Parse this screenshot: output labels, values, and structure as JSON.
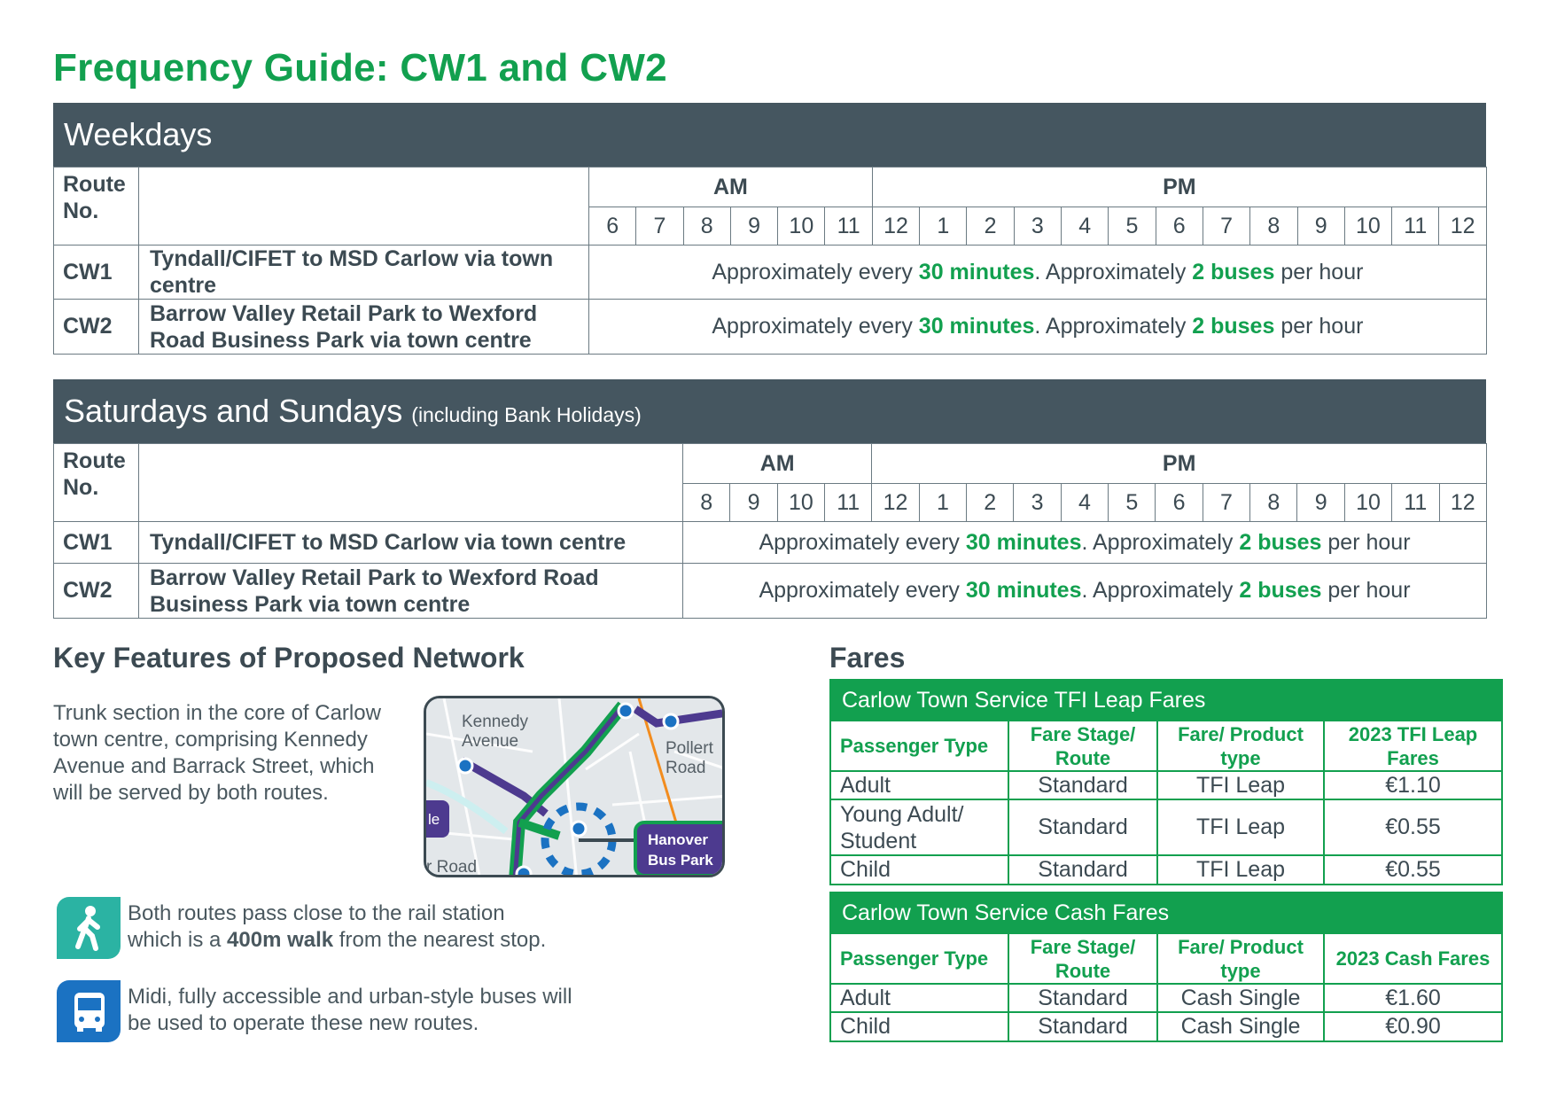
{
  "title": "Frequency Guide: CW1 and CW2",
  "weekdays": {
    "heading": "Weekdays",
    "route_no_label": "Route No.",
    "am_label": "AM",
    "pm_label": "PM",
    "am_hours": [
      "6",
      "7",
      "8",
      "9",
      "10",
      "11"
    ],
    "pm_hours": [
      "12",
      "1",
      "2",
      "3",
      "4",
      "5",
      "6",
      "7",
      "8",
      "9",
      "10",
      "11",
      "12"
    ],
    "rows": [
      {
        "route": "CW1",
        "desc": "Tyndall/CIFET to MSD Carlow via town centre",
        "note_a": "Approximately every ",
        "note_b": "30 minutes",
        "note_c": ". Approximately ",
        "note_d": "2 buses",
        "note_e": " per hour"
      },
      {
        "route": "CW2",
        "desc": "Barrow Valley Retail Park to Wexford Road Business Park via town centre",
        "note_a": "Approximately every ",
        "note_b": "30 minutes",
        "note_c": ". Approximately ",
        "note_d": "2 buses",
        "note_e": " per hour"
      }
    ]
  },
  "weekends": {
    "heading": "Saturdays and Sundays",
    "heading_note": "(including Bank Holidays)",
    "route_no_label": "Route No.",
    "am_label": "AM",
    "pm_label": "PM",
    "am_hours": [
      "8",
      "9",
      "10",
      "11"
    ],
    "pm_hours": [
      "12",
      "1",
      "2",
      "3",
      "4",
      "5",
      "6",
      "7",
      "8",
      "9",
      "10",
      "11",
      "12"
    ],
    "rows": [
      {
        "route": "CW1",
        "desc": "Tyndall/CIFET to MSD Carlow via town centre",
        "note_a": "Approximately every ",
        "note_b": "30 minutes",
        "note_c": ". Approximately ",
        "note_d": "2 buses",
        "note_e": " per hour"
      },
      {
        "route": "CW2",
        "desc": "Barrow Valley Retail Park to Wexford Road Business Park via town centre",
        "note_a": "Approximately every ",
        "note_b": "30 minutes",
        "note_c": ". Approximately ",
        "note_d": "2 buses",
        "note_e": " per hour"
      }
    ]
  },
  "key_features": {
    "heading": "Key Features of Proposed Network",
    "trunk_text": "Trunk section in the core of Carlow town centre, comprising Kennedy Avenue and Barrack Street, which will be served by both routes.",
    "map_labels": {
      "kennedy_1": "Kennedy",
      "kennedy_2": "Avenue",
      "pollerton_1": "Pollert",
      "pollerton_2": "Road",
      "road": "r Road",
      "le": "le",
      "hanover_1": "Hanover",
      "hanover_2": "Bus Park"
    },
    "rail": {
      "a": "Both routes pass close to the rail station",
      "b": "which is a ",
      "c": "400m walk",
      "d": " from the nearest stop."
    },
    "bus": {
      "a": "Midi, fully accessible and urban-style buses will",
      "b": "be used to operate these new routes."
    },
    "icons": {
      "walk": "walking-person-icon",
      "bus": "bus-icon"
    },
    "colors": {
      "walk": "#2bb3a3",
      "bus": "#1b72c2"
    }
  },
  "fares": {
    "heading": "Fares",
    "leap": {
      "title": "Carlow Town Service TFI Leap Fares",
      "headers": [
        "Passenger Type",
        "Fare Stage/ Route",
        "Fare/ Product type",
        "2023 TFI Leap Fares"
      ],
      "rows": [
        [
          "Adult",
          "Standard",
          "TFI Leap",
          "€1.10"
        ],
        [
          "Young Adult/ Student",
          "Standard",
          "TFI Leap",
          "€0.55"
        ],
        [
          "Child",
          "Standard",
          "TFI Leap",
          "€0.55"
        ]
      ]
    },
    "cash": {
      "title": "Carlow Town Service Cash Fares",
      "headers": [
        "Passenger Type",
        "Fare Stage/ Route",
        "Fare/ Product type",
        "2023 Cash Fares"
      ],
      "rows": [
        [
          "Adult",
          "Standard",
          "Cash Single",
          "€1.60"
        ],
        [
          "Child",
          "Standard",
          "Cash Single",
          "€0.90"
        ]
      ]
    }
  },
  "colors": {
    "green": "#12a04f",
    "slate": "#455660",
    "purple": "#4d3a8f",
    "blue": "#1b72c2",
    "orange": "#f28c1e"
  }
}
